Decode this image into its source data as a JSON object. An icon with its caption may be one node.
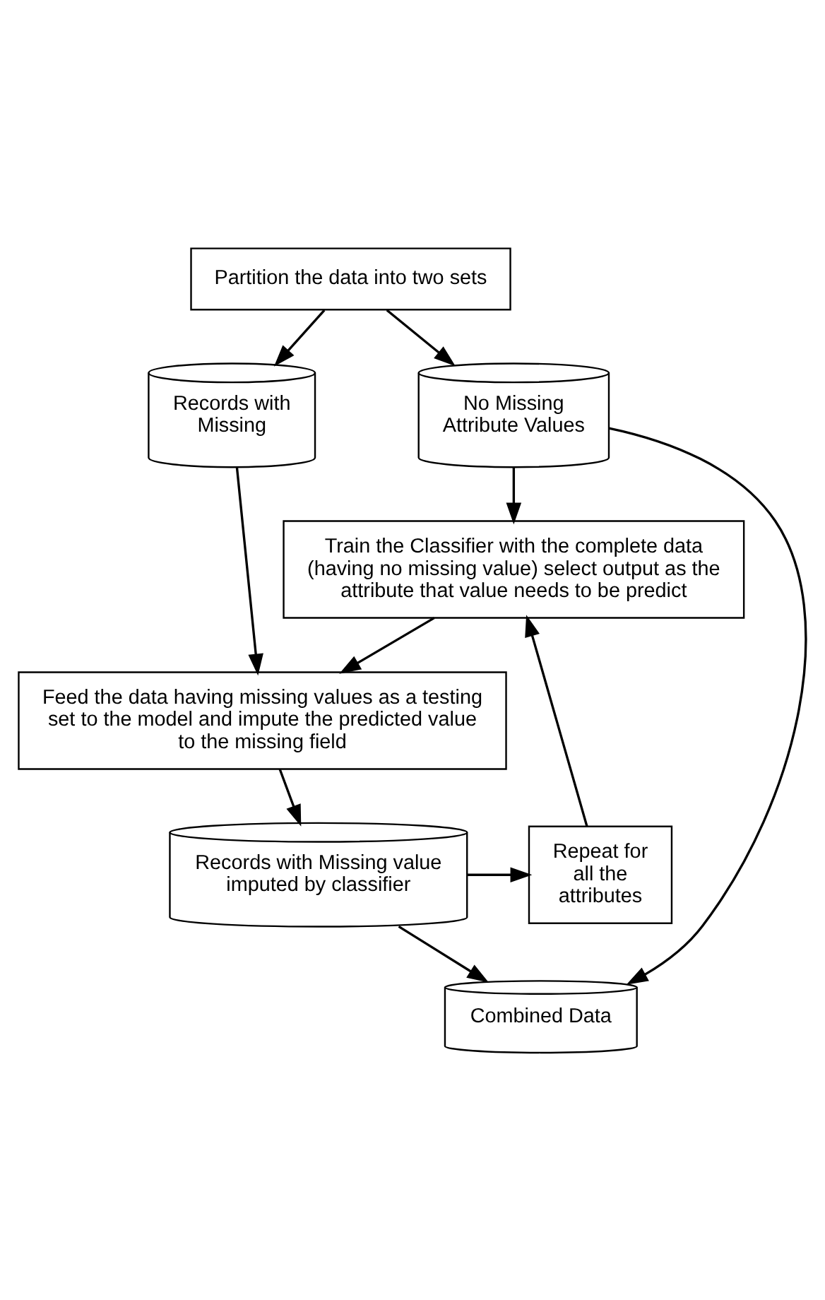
{
  "diagram": {
    "nodes": [
      {
        "text": [
          "Partition the data into two sets"
        ]
      },
      {
        "text": [
          "No Missing Attribute Values"
        ]
      },
      {
        "text": [
          "Records with Missing"
        ]
      },
      {
        "text": [
          "Train the Classifier with the complete data (having no missing value) select output as the attribute that value needs to be predict"
        ]
      },
      {
        "text": [
          "Feed the data having missing values as a testing set to the model and impute the predicted value to the missing field"
        ]
      },
      {
        "text": [
          "Repeat for all the attributes"
        ]
      },
      {
        "text": [
          "Records with Missing value imputed by classifier"
        ]
      },
      {
        "text": [
          "Combined Data"
        ]
      }
    ],
    "edges": [
      {
        "from": 0,
        "to": 1,
        "arrow": "to"
      },
      {
        "from": 0,
        "to": 2,
        "arrow": "to"
      },
      {
        "from": 1,
        "to": 3,
        "arrow": "to"
      },
      {
        "from": 1,
        "to": 7,
        "arrow": "to"
      },
      {
        "from": 2,
        "to": 4,
        "arrow": "to"
      },
      {
        "from": 3,
        "to": 4,
        "arrow": "to"
      },
      {
        "from": 4,
        "to": 6,
        "arrow": "to"
      },
      {
        "from": 6,
        "to": 5,
        "arrow": "to"
      },
      {
        "from": 5,
        "to": 3,
        "arrow": "to"
      },
      {
        "from": 6,
        "to": 7,
        "arrow": "to"
      }
    ]
  }
}
